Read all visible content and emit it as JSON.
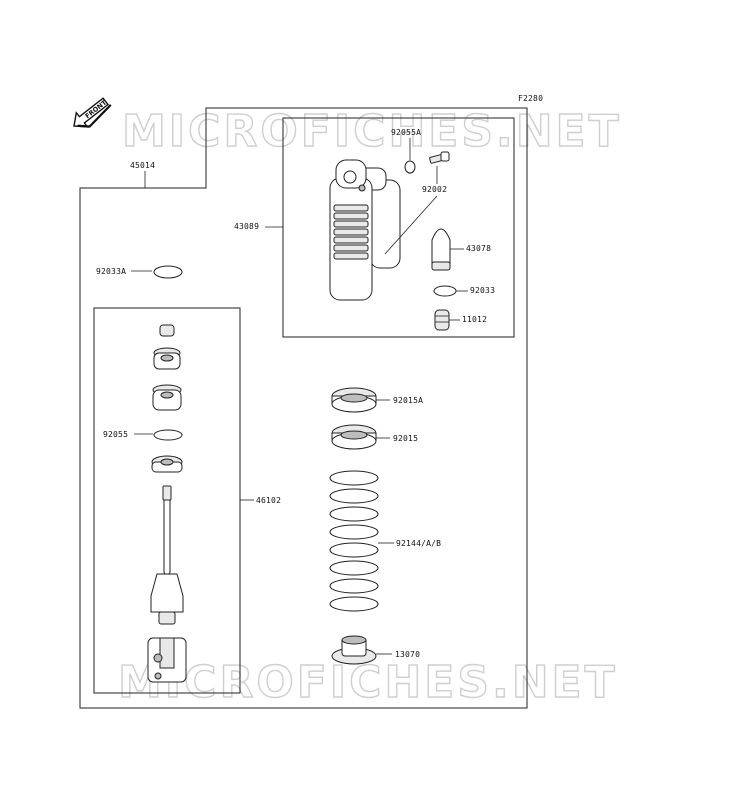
{
  "figure_code": "F2280",
  "front_label": "FRONT",
  "watermark": "MICROFICHES.NET",
  "parts": {
    "assembly": "45014",
    "shock_body": "43089",
    "oring_top": "92055A",
    "screw_top": "92002",
    "cap": "43078",
    "snap_ring_right": "92033",
    "valve": "11012",
    "snap_ring_left": "92033A",
    "damper_kit": "46102",
    "oring_left": "92055",
    "nut_a": "92015A",
    "nut": "92015",
    "spring": "92144/A/B",
    "spring_seat": "13070"
  }
}
